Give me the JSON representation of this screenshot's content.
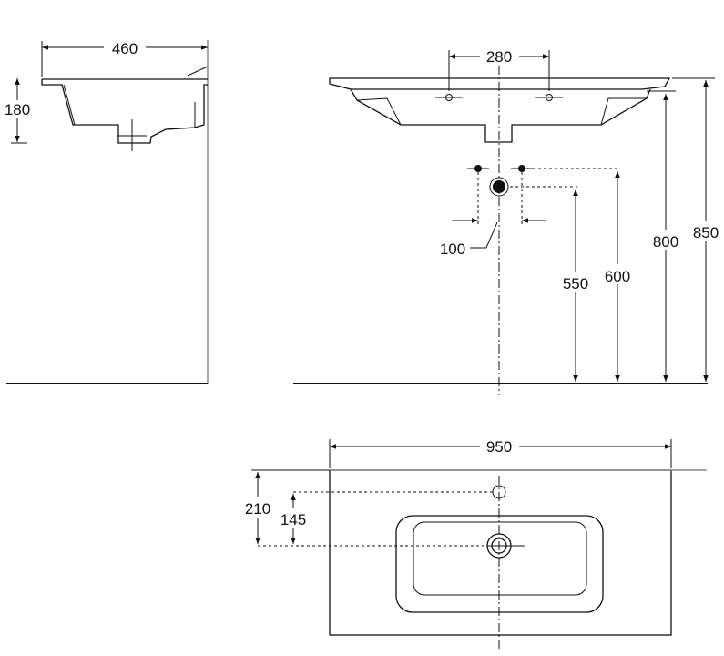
{
  "dimensions": {
    "side_width": "460",
    "side_height": "180",
    "tap_spacing": "280",
    "outlet_spacing": "100",
    "outlet_height": "550",
    "supply_height": "600",
    "rim_height": "800",
    "top_height": "850",
    "total_width": "950",
    "tap_hole_depth": "210",
    "drain_depth": "145"
  }
}
